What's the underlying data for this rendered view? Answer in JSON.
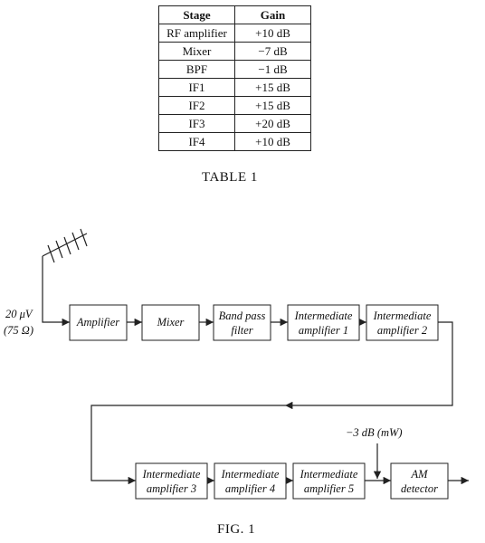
{
  "table": {
    "headers": [
      "Stage",
      "Gain"
    ],
    "rows": [
      [
        "RF amplifier",
        "+10 dB"
      ],
      [
        "Mixer",
        "−7 dB"
      ],
      [
        "BPF",
        "−1 dB"
      ],
      [
        "IF1",
        "+15 dB"
      ],
      [
        "IF2",
        "+15 dB"
      ],
      [
        "IF3",
        "+20 dB"
      ],
      [
        "IF4",
        "+10 dB"
      ]
    ],
    "caption": "TABLE 1"
  },
  "figure": {
    "input_voltage": "20 μV",
    "input_impedance": "(75 Ω)",
    "blocks_row1": [
      {
        "line1": "Amplifier",
        "line2": ""
      },
      {
        "line1": "Mixer",
        "line2": ""
      },
      {
        "line1": "Band pass",
        "line2": "filter"
      },
      {
        "line1": "Intermediate",
        "line2": "amplifier 1"
      },
      {
        "line1": "Intermediate",
        "line2": "amplifier 2"
      }
    ],
    "blocks_row2": [
      {
        "line1": "Intermediate",
        "line2": "amplifier 3"
      },
      {
        "line1": "Intermediate",
        "line2": "amplifier 4"
      },
      {
        "line1": "Intermediate",
        "line2": "amplifier 5"
      },
      {
        "line1": "AM",
        "line2": "detector"
      }
    ],
    "injection_label": "−3 dB (mW)",
    "caption": "FIG. 1"
  }
}
